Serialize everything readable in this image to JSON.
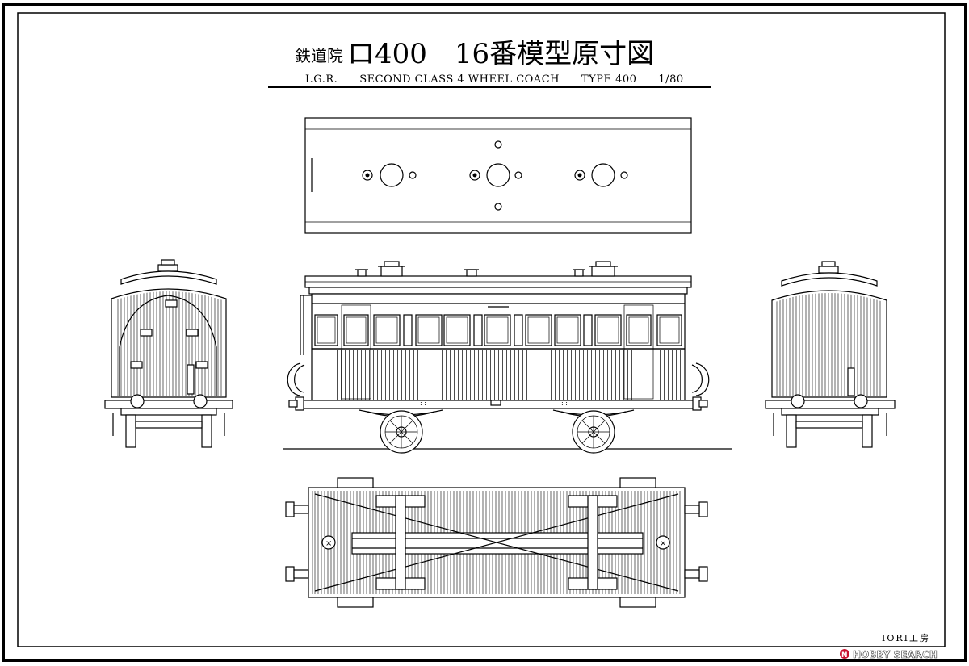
{
  "title": {
    "prefix": "鉄道院",
    "main": "ロ400　16番模型原寸図",
    "subtitle": "I.G.R.　　SECOND CLASS 4 WHEEL COACH　　TYPE 400　　1/80"
  },
  "signature": "IORI工房",
  "watermark": {
    "badge": "N",
    "text": "HOBBY SEARCH"
  },
  "colors": {
    "line": "#000000",
    "paper": "#ffffff"
  }
}
